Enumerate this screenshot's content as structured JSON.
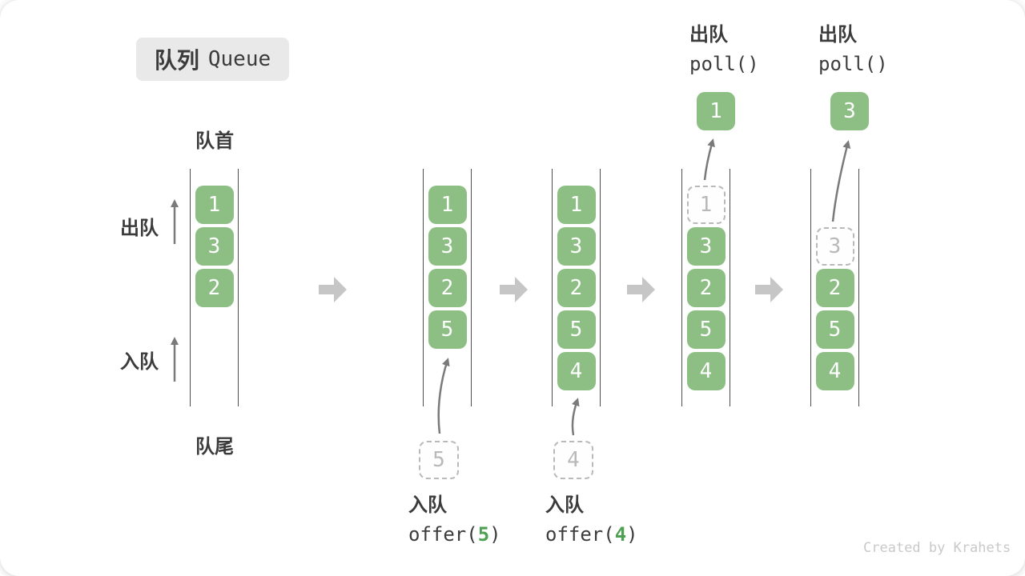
{
  "title": {
    "zh": "队列",
    "en": "Queue"
  },
  "labels": {
    "front": "队首",
    "rear": "队尾",
    "dequeue": "出队",
    "enqueue": "入队"
  },
  "colors": {
    "box_green": "#8dbf85",
    "code_green": "#4ea052",
    "line": "#4d4d4d",
    "ghost": "#b9b9b9",
    "arrow_block": "#c6c6c6",
    "arrow": "#7a7a7a",
    "text": "#3b3b3b"
  },
  "queues": [
    {
      "name": "initial",
      "items": [
        "1",
        "3",
        "2"
      ]
    },
    {
      "name": "after-offer-5",
      "items": [
        "1",
        "3",
        "2",
        "5"
      ],
      "incoming": "5",
      "op": {
        "label": "入队",
        "code_pre": "offer(",
        "arg": "5",
        "code_post": ")"
      }
    },
    {
      "name": "after-offer-4",
      "items": [
        "1",
        "3",
        "2",
        "5",
        "4"
      ],
      "incoming": "4",
      "op": {
        "label": "入队",
        "code_pre": "offer(",
        "arg": "4",
        "code_post": ")"
      }
    },
    {
      "name": "after-poll-1",
      "ghost": "1",
      "items": [
        "3",
        "2",
        "5",
        "4"
      ],
      "popped": "1",
      "op": {
        "label": "出队",
        "code": "poll()"
      }
    },
    {
      "name": "after-poll-3",
      "ghost": "3",
      "items": [
        "2",
        "5",
        "4"
      ],
      "popped": "3",
      "op": {
        "label": "出队",
        "code": "poll()"
      }
    }
  ],
  "watermark": "Created by Krahets"
}
